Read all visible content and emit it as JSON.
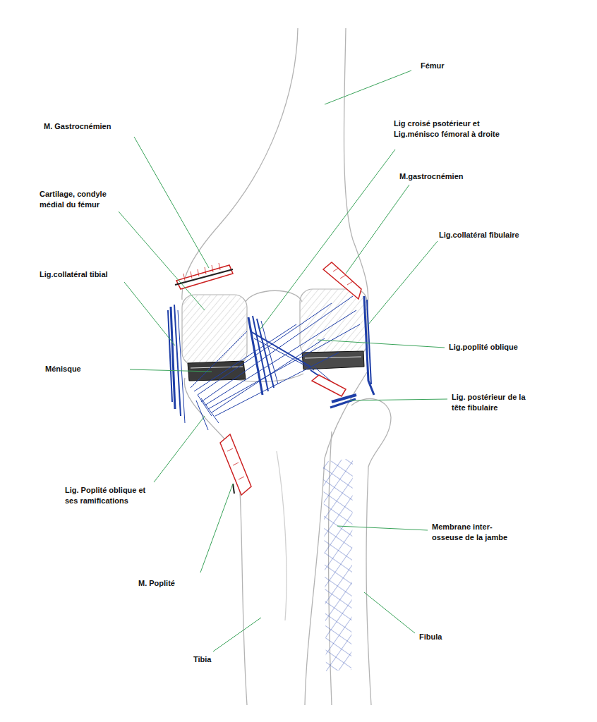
{
  "diagram": {
    "labels": [
      "Fémur",
      "M. Gastrocnémien",
      "Lig croisé psotérieur et Lig.ménisco fémoral à droite",
      "M.gastrocnémien",
      "Cartilage, condyle médial du fémur",
      "Lig.collatéral fibulaire",
      "Lig.collatéral tibial",
      "Lig.poplité oblique",
      "Ménisque",
      "Lig. postérieur de la tête fibulaire",
      "Lig. Poplité oblique et ses ramifications",
      "Membrane inter- osseuse de la jambe",
      "M. Poplité",
      "Fibula",
      "Tibia"
    ]
  }
}
